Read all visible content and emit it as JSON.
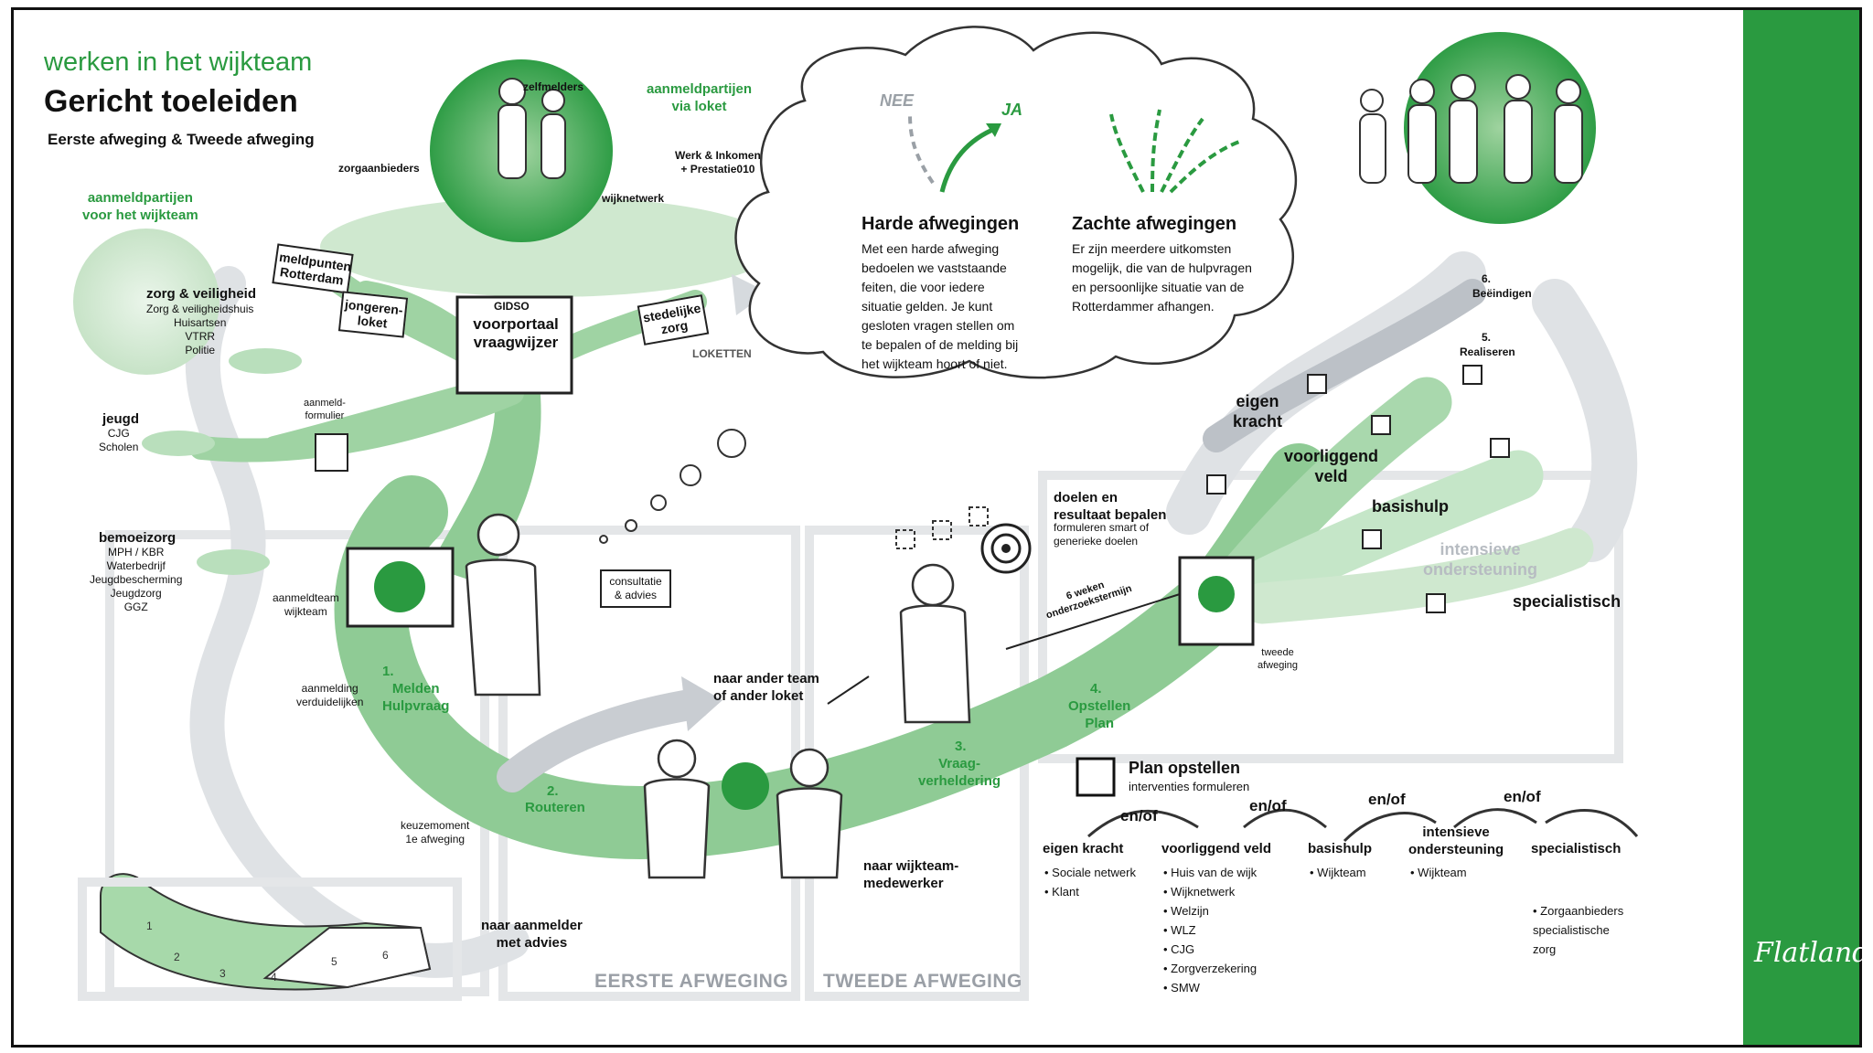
{
  "header": {
    "subtitle": "werken in het wijkteam",
    "title": "Gericht toeleiden",
    "caption": "Eerste afweging & Tweede afweging"
  },
  "partners": {
    "wijkteam_heading": "aanmeldpartijen\nvoor het wijkteam",
    "loket_heading": "aanmeldpartijen\nvia loket",
    "zelfmelders": "zelfmelders",
    "zorgaanbieders": "zorgaanbieders",
    "wijknetwerk": "wijknetwerk",
    "werk_inkomen": "Werk & Inkomen\n+ Prestatie010",
    "zorg_veiligheid_title": "zorg & veiligheid",
    "zorg_veiligheid_items": "Zorg & veiligheidshuis\nHuisartsen\nVTRR\nPolitie",
    "jeugd_title": "jeugd",
    "jeugd_items": "CJG\nScholen",
    "bemoeizorg_title": "bemoeizorg",
    "bemoeizorg_items": "MPH / KBR\nWaterbedrijf\nJeugdbescherming\nJeugdzorg\nGGZ"
  },
  "loketten": {
    "meldpunten": "meldpunten\nRotterdam",
    "jongerenloket": "jongeren-\nloket",
    "gidso": "GIDSO",
    "voorportaal": "voorportaal\nvraagwijzer",
    "stedelijke_zorg": "stedelijke\nzorg",
    "label": "LOKETTEN"
  },
  "flow": {
    "aanmeldformulier": "aanmeld-\nformulier",
    "aanmeldteam": "aanmeldteam\nwijkteam",
    "consultatie": "consultatie\n& advies",
    "aanmelding_verduidelijken": "aanmelding\nverduidelijken",
    "keuzemoment": "keuzemoment\n1e afweging",
    "naar_aanmelder": "naar aanmelder\nmet advies",
    "naar_ander_team": "naar ander team\nof ander loket",
    "naar_wijkteammedewerker": "naar wijkteam-\nmedewerker",
    "doelen_title": "doelen en\nresultaat bepalen",
    "doelen_text": "formuleren smart of\ngenerieke doelen",
    "zes_weken": "6 weken\nonderzoekstermijn",
    "tweede_afweging": "tweede\nafweging"
  },
  "steps": [
    {
      "num": "1.",
      "label": "Melden\nHulpvraag"
    },
    {
      "num": "2.",
      "label": "Routeren"
    },
    {
      "num": "3.",
      "label": "Vraag-\nverheldering"
    },
    {
      "num": "4.",
      "label": "Opstellen\nPlan"
    },
    {
      "num": "5.",
      "label": "Realiseren"
    },
    {
      "num": "6.",
      "label": "Beëindigen"
    }
  ],
  "mini_track": [
    "1",
    "2",
    "3",
    "4",
    "5",
    "6"
  ],
  "sections": {
    "eerste": "EERSTE AFWEGING",
    "tweede": "TWEEDE AFWEGING"
  },
  "cloud": {
    "nee": "NEE",
    "ja": "JA",
    "harde_title": "Harde afwegingen",
    "harde_text": "Met een harde afweging\nbedoelen we vaststaande\nfeiten, die voor iedere\nsituatie gelden. Je kunt\ngesloten vragen stellen om\nte bepalen of de melding bij\nhet wijkteam hoort of niet.",
    "zachte_title": "Zachte afwegingen",
    "zachte_text": "Er zijn meerdere uitkomsten\nmogelijk, die van de hulpvragen\nen persoonlijke situatie van de\nRotterdammer afhangen."
  },
  "branches": {
    "eigen_kracht": "eigen\nkracht",
    "voorliggend_veld": "voorliggend\nveld",
    "basishulp": "basishulp",
    "intensieve": "intensieve\nondersteuning",
    "specialistisch": "specialistisch"
  },
  "plan": {
    "title": "Plan opstellen",
    "subtitle": "interventies formuleren",
    "connector": "en/of",
    "columns": [
      {
        "title": "eigen kracht",
        "items": [
          "Sociale netwerk",
          "Klant"
        ]
      },
      {
        "title": "voorliggend veld",
        "items": [
          "Huis van de wijk",
          "Wijknetwerk",
          "Welzijn",
          "WLZ",
          "CJG",
          "Zorgverzekering",
          "SMW"
        ]
      },
      {
        "title": "basishulp",
        "items": [
          "Wijkteam"
        ]
      },
      {
        "title": "intensieve\nondersteuning",
        "items": [
          "Wijkteam"
        ]
      },
      {
        "title": "specialistisch",
        "items": [
          "Zorgaanbieders\nspecialistische\nzorg"
        ]
      }
    ]
  },
  "brand": {
    "logo": "Flatland"
  },
  "colors": {
    "green": "#2a9a40",
    "light_green": "#cfe8cf",
    "grey_road": "#dcdfe2",
    "ink": "#111111"
  }
}
